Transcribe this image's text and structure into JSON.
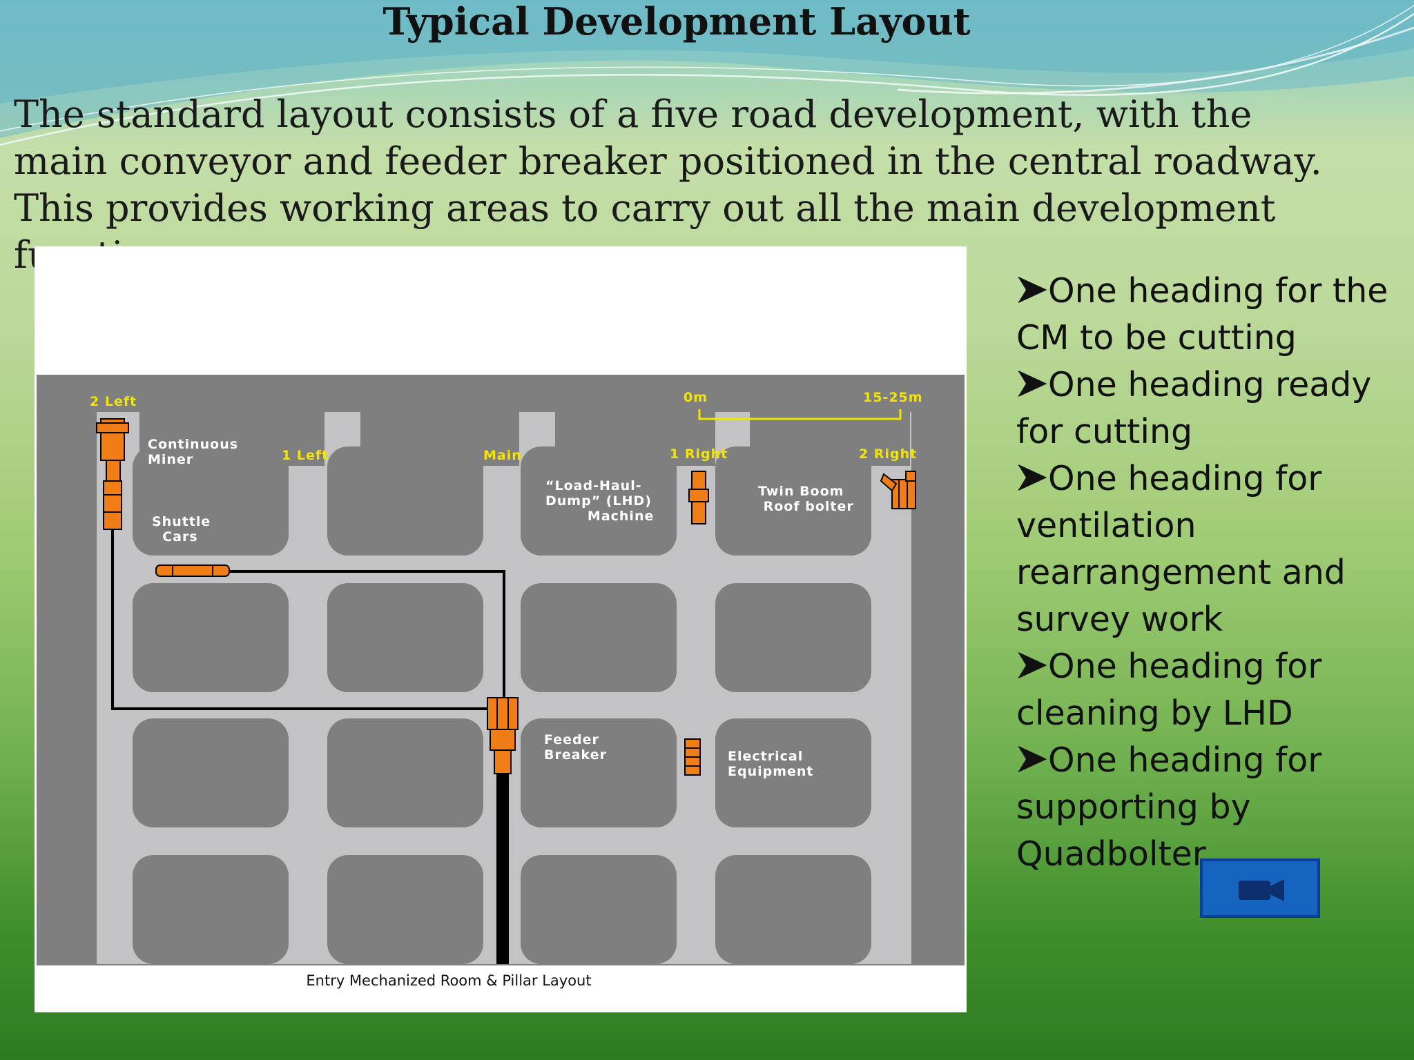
{
  "slide": {
    "title": "Typical Development Layout",
    "intro": "The standard layout consists of a five road development, with the main conveyor and feeder breaker positioned in the central roadway. This provides working areas to carry out all the main development functions:",
    "bullets": [
      {
        "text": "One heading for the CM  to be cutting"
      },
      {
        "text": "One heading ready for cutting"
      },
      {
        "text": "One heading for ventilation rearrangement and survey work"
      },
      {
        "text": "One heading for cleaning by LHD"
      },
      {
        "text": "One heading for supporting by Quadbolter"
      }
    ],
    "bullet_icon": "arrowhead-bullet-icon",
    "video_icon": "video-camera-icon"
  },
  "diagram": {
    "roadway_labels": {
      "left2": "2 Left",
      "left1": "1 Left",
      "main": "Main",
      "right1": "1 Right",
      "right2": "2 Right"
    },
    "scale": {
      "start": "0m",
      "end": "15-25m"
    },
    "equipment_labels": {
      "continuous_miner": "Continuous\nMiner",
      "shuttle_cars": "Shuttle\n  Cars",
      "lhd": "“Load-Haul-\nDump” (LHD)\n        Machine",
      "roof_bolter": "Twin Boom\n Roof bolter",
      "feeder_breaker": "Feeder\nBreaker",
      "electrical": "Electrical\nEquipment"
    },
    "caption": "Entry Mechanized Room & Pillar Layout",
    "colors": {
      "rock": "#7f7f7f",
      "roadway": "#c3c2c4",
      "equipment": "#f07d16",
      "labels_yellow": "#f2e600",
      "conveyor": "#000000"
    }
  }
}
